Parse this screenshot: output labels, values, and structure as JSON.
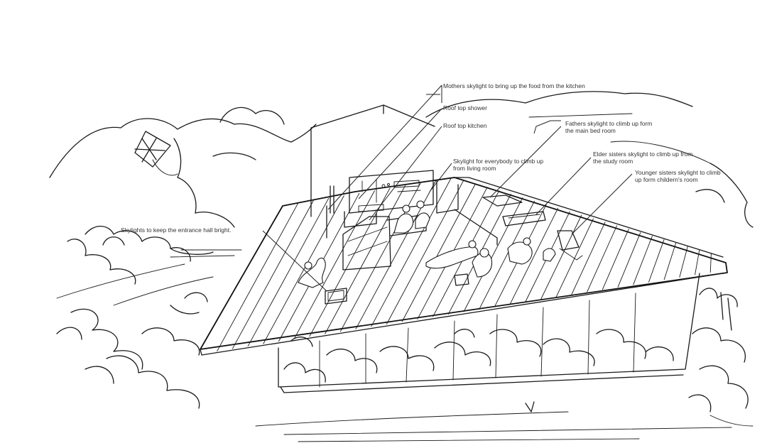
{
  "annotations": [
    {
      "id": "mother",
      "text": "Mothers skylight to bring up the food from the kitchen"
    },
    {
      "id": "shower",
      "text": "Roof top shower"
    },
    {
      "id": "kitchen",
      "text": "Roof top kitchen"
    },
    {
      "id": "father",
      "line1": "Fathers skylight to climb up form",
      "line2": "the main bed room"
    },
    {
      "id": "everybody",
      "line1": "Skylight for everybody to climb up",
      "line2": "from living room"
    },
    {
      "id": "elder",
      "line1": "Elder sisters skylight to climb up from",
      "line2": "the study room"
    },
    {
      "id": "younger",
      "line1": "Younger sisters skylight to climb",
      "line2": "up form childern's room"
    },
    {
      "id": "entrance",
      "text": "Skylights to keep the entrance hall bright."
    }
  ]
}
